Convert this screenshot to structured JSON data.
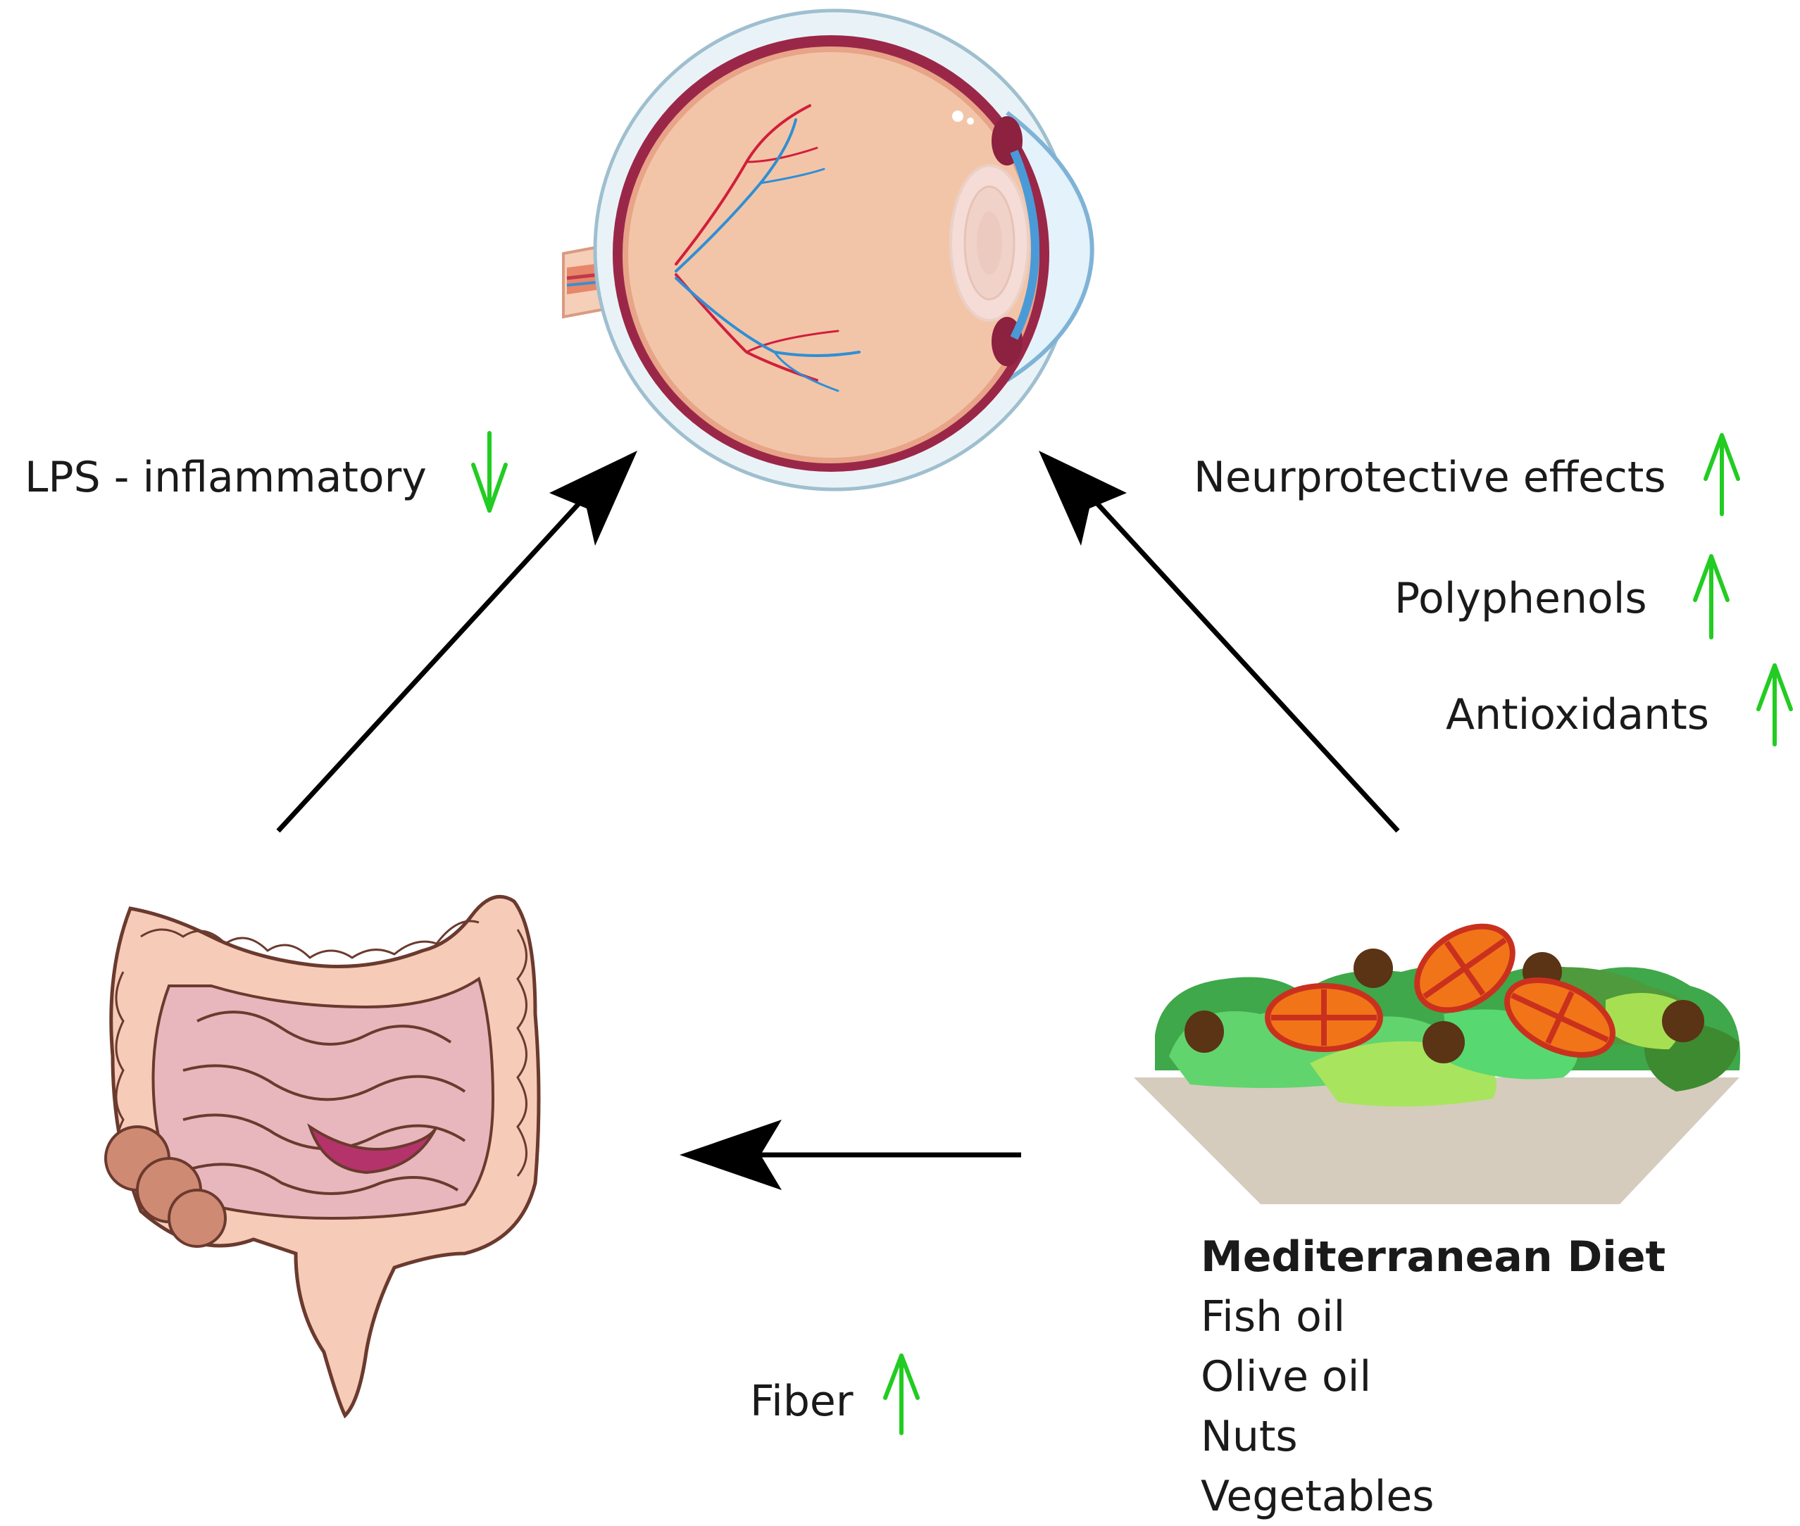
{
  "eye": {
    "name": "eye"
  },
  "gut": {
    "name": "intestines"
  },
  "diet": {
    "title": "Mediterranean Diet",
    "items": [
      "Fish oil",
      "Olive oil",
      "Nuts",
      "Vegetables"
    ]
  },
  "left_effect": {
    "label": "LPS - inflammatory",
    "direction": "down"
  },
  "right_effects": [
    {
      "label": "Neurprotective effects",
      "direction": "up"
    },
    {
      "label": "Polyphenols",
      "direction": "up"
    },
    {
      "label": "Antioxidants",
      "direction": "up"
    }
  ],
  "bottom_effect": {
    "label": "Fiber",
    "direction": "up"
  },
  "colors": {
    "arrow": "#000000",
    "indicator": "#22cc22",
    "text": "#1a1a1a"
  }
}
